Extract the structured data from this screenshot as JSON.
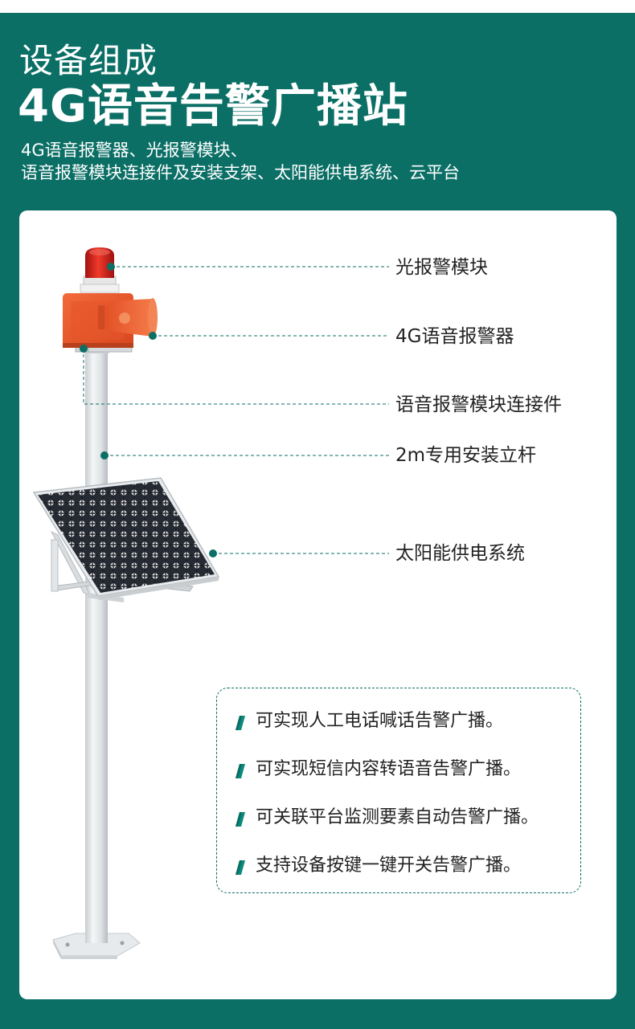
{
  "header": {
    "title_small": "设备组成",
    "title_big": "4G语音告警广播站",
    "subtitle_line1": "4G语音报警器、光报警模块、",
    "subtitle_line2": "语音报警模块连接件及安装支架、太阳能供电系统、云平台"
  },
  "callouts": [
    {
      "label": "光报警模块"
    },
    {
      "label": "4G语音报警器"
    },
    {
      "label": "语音报警模块连接件"
    },
    {
      "label": "2m专用安装立杆"
    },
    {
      "label": "太阳能供电系统"
    }
  ],
  "features": [
    {
      "text": "可实现人工电话喊话告警广播。"
    },
    {
      "text": "可实现短信内容转语音告警广播。"
    },
    {
      "text": "可关联平台监测要素自动告警广播。"
    },
    {
      "text": "支持设备按键一键开关告警广播。"
    }
  ],
  "colors": {
    "brand": "#0b6f66",
    "housing": "#e8542a",
    "beacon": "#d42020"
  }
}
